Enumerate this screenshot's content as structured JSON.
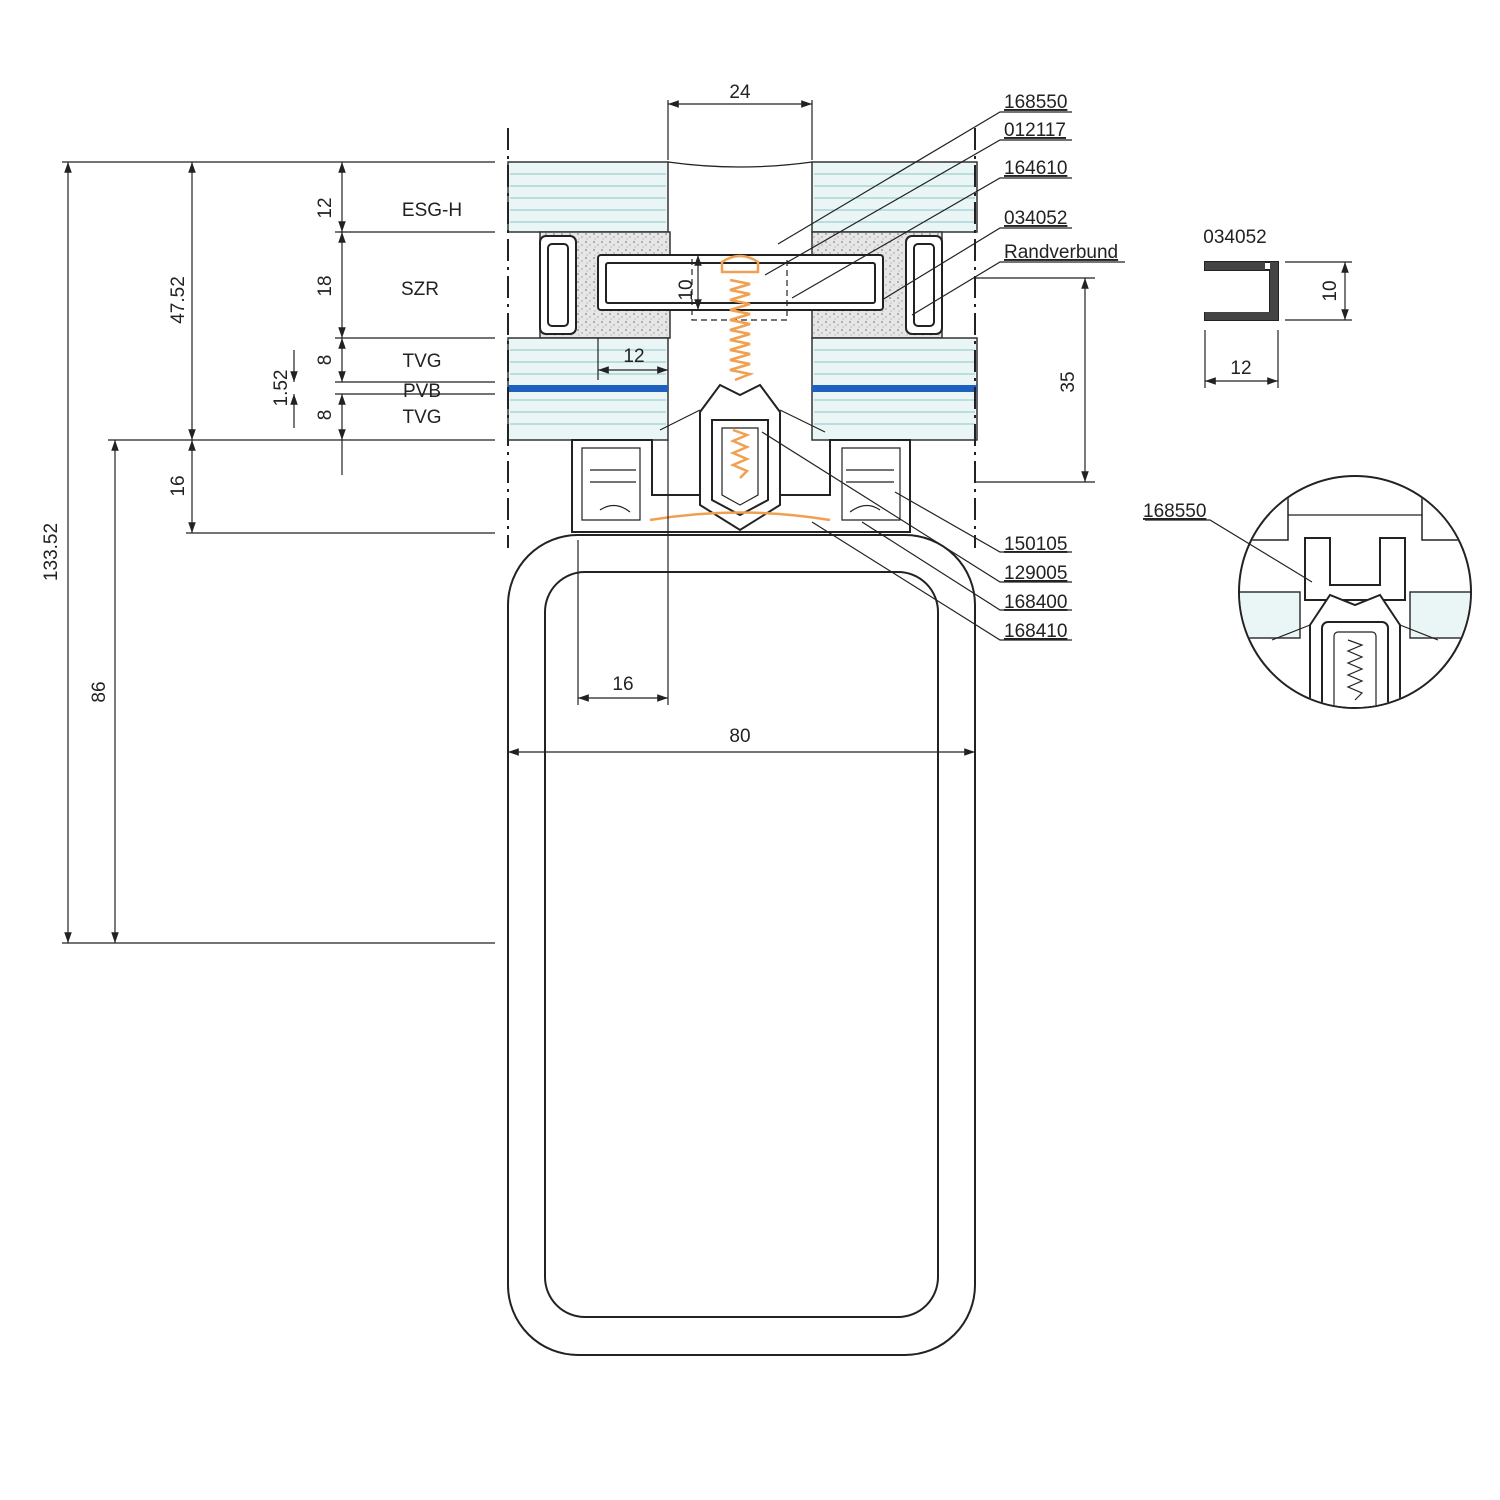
{
  "drawing": {
    "layers": [
      {
        "thickness": "12",
        "name": "ESG-H"
      },
      {
        "thickness": "18",
        "name": "SZR"
      },
      {
        "thickness": "8",
        "name": "TVG"
      },
      {
        "thickness": "1.52",
        "name": "PVB"
      },
      {
        "thickness": "8",
        "name": "TVG"
      }
    ],
    "dimensions": {
      "overall": "133.52",
      "glass_total": "47.52",
      "profile_height": "16",
      "post_height": "86",
      "top_width": "24",
      "spacer_height": "10",
      "edge_width": "12",
      "screw_zone": "35",
      "offset": "16",
      "post_width": "80"
    },
    "part_labels": {
      "p1": "168550",
      "p2": "012117",
      "p3": "164610",
      "p4": "034052",
      "p5": "Randverbund",
      "p6": "150105",
      "p7": "129005",
      "p8": "168400",
      "p9": "168410"
    },
    "detail_profile": {
      "label": "034052",
      "height": "10",
      "width": "12"
    },
    "detail_circle": {
      "label": "168550"
    },
    "colors": {
      "glass": "#eaf6f6",
      "pvb": "#1f5fbf",
      "screw": "#f0a050",
      "foam": "#e4e4e4"
    }
  }
}
